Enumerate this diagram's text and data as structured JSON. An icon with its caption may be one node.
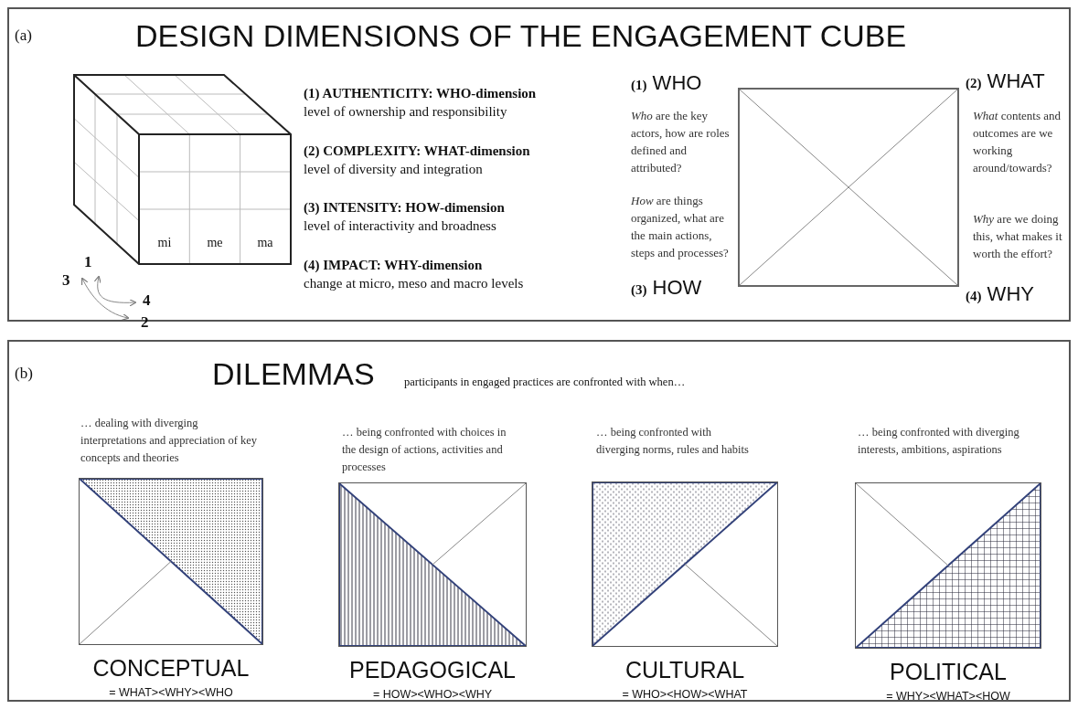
{
  "diagram": {
    "nodes": [
      {
        "text": [
          "(a)",
          "DESIGN DIMENSIONS OF THE ENGAGEMENT CUBE"
        ]
      },
      {
        "text": [
          "mi",
          "me",
          "ma"
        ],
        "in": 0
      },
      {
        "text": [],
        "shape": "box",
        "in": 0,
        "beside": [
          "**(1)** WHO",
          "*Who* are the key actors, how are roles defined and attributed?",
          "**(2)** WHAT",
          "*What* contents and outcomes are we working around/towards?",
          "*How* are things organized, what are the main actions, steps and processes?",
          "**(3)** HOW",
          "*Why* are we doing this, what makes it worth the effort?",
          "**(4)** WHY"
        ]
      },
      {
        "text": [
          "(b)",
          "DILEMMAS",
          "participants in engaged practices are confronted with when…"
        ]
      },
      {
        "text": [],
        "shape": "box",
        "in": 3,
        "beside": [
          "… dealing with diverging interpretations and appreciation of key concepts and theories",
          "CONCEPTUAL",
          "= WHAT><WHY><WHO"
        ]
      },
      {
        "text": [],
        "shape": "box",
        "in": 3,
        "beside": [
          "… being confronted with choices in the design of actions, activities and processes",
          "PEDAGOGICAL",
          "= HOW><WHO><WHY"
        ]
      },
      {
        "text": [],
        "shape": "box",
        "in": 3,
        "beside": [
          "… being confronted with diverging norms, rules and habits",
          "CULTURAL",
          "= WHO><HOW><WHAT"
        ]
      },
      {
        "text": [],
        "shape": "box",
        "in": 3,
        "beside": [
          "… being confronted with diverging interests, ambitions, aspirations",
          "POLITICAL",
          "= WHY><WHAT><HOW"
        ]
      }
    ],
    "labels": [
      "1",
      "3",
      "4",
      "2",
      "(1) AUTHENTICITY: WHO-dimension",
      "level of ownership and responsibility",
      "(2) COMPLEXITY: WHAT-dimension",
      "level of diversity and integration",
      "(3) INTENSITY: HOW-dimension",
      "level of interactivity and broadness",
      "(4) IMPACT: WHY-dimension",
      "change at micro, meso and macro levels"
    ]
  }
}
